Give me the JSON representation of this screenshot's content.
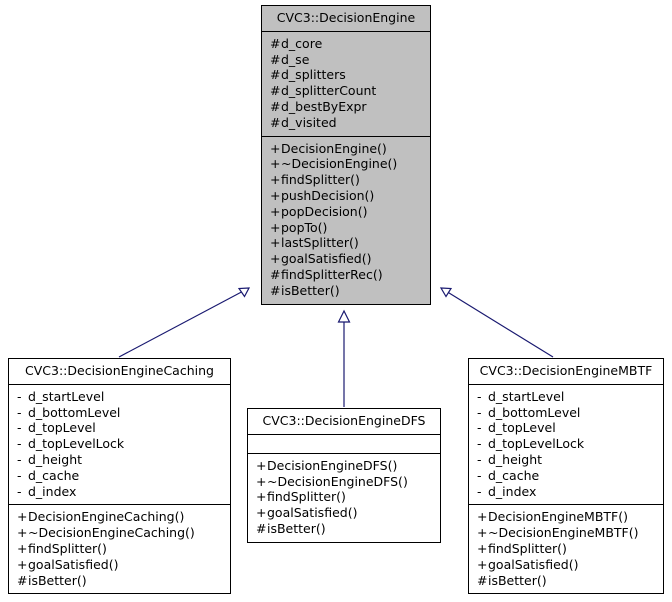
{
  "diagram": {
    "kind": "uml-class-inheritance-diagram",
    "colors": {
      "base_class_fill": "#c0c0c0",
      "derived_class_fill": "#ffffff",
      "border": "#000000",
      "edge": "#191970",
      "background": "#ffffff"
    },
    "classes": [
      {
        "id": "base",
        "name": "CVC3::DecisionEngine",
        "attributes": [
          {
            "visibility": "#",
            "name": "d_core"
          },
          {
            "visibility": "#",
            "name": "d_se"
          },
          {
            "visibility": "#",
            "name": "d_splitters"
          },
          {
            "visibility": "#",
            "name": "d_splitterCount"
          },
          {
            "visibility": "#",
            "name": "d_bestByExpr"
          },
          {
            "visibility": "#",
            "name": "d_visited"
          }
        ],
        "operations": [
          {
            "visibility": "+",
            "name": "DecisionEngine()"
          },
          {
            "visibility": "+",
            "name": "~DecisionEngine()"
          },
          {
            "visibility": "+",
            "name": "findSplitter()"
          },
          {
            "visibility": "+",
            "name": "pushDecision()"
          },
          {
            "visibility": "+",
            "name": "popDecision()"
          },
          {
            "visibility": "+",
            "name": "popTo()"
          },
          {
            "visibility": "+",
            "name": "lastSplitter()"
          },
          {
            "visibility": "+",
            "name": "goalSatisfied()"
          },
          {
            "visibility": "#",
            "name": "findSplitterRec()"
          },
          {
            "visibility": "#",
            "name": "isBetter()"
          }
        ]
      },
      {
        "id": "caching",
        "name": "CVC3::DecisionEngineCaching",
        "attributes": [
          {
            "visibility": "-",
            "name": "d_startLevel"
          },
          {
            "visibility": "-",
            "name": "d_bottomLevel"
          },
          {
            "visibility": "-",
            "name": "d_topLevel"
          },
          {
            "visibility": "-",
            "name": "d_topLevelLock"
          },
          {
            "visibility": "-",
            "name": "d_height"
          },
          {
            "visibility": "-",
            "name": "d_cache"
          },
          {
            "visibility": "-",
            "name": "d_index"
          }
        ],
        "operations": [
          {
            "visibility": "+",
            "name": "DecisionEngineCaching()"
          },
          {
            "visibility": "+",
            "name": "~DecisionEngineCaching()"
          },
          {
            "visibility": "+",
            "name": "findSplitter()"
          },
          {
            "visibility": "+",
            "name": "goalSatisfied()"
          },
          {
            "visibility": "#",
            "name": "isBetter()"
          }
        ]
      },
      {
        "id": "dfs",
        "name": "CVC3::DecisionEngineDFS",
        "attributes": [],
        "operations": [
          {
            "visibility": "+",
            "name": "DecisionEngineDFS()"
          },
          {
            "visibility": "+",
            "name": "~DecisionEngineDFS()"
          },
          {
            "visibility": "+",
            "name": "findSplitter()"
          },
          {
            "visibility": "+",
            "name": "goalSatisfied()"
          },
          {
            "visibility": "#",
            "name": "isBetter()"
          }
        ]
      },
      {
        "id": "mbtf",
        "name": "CVC3::DecisionEngineMBTF",
        "attributes": [
          {
            "visibility": "-",
            "name": "d_startLevel"
          },
          {
            "visibility": "-",
            "name": "d_bottomLevel"
          },
          {
            "visibility": "-",
            "name": "d_topLevel"
          },
          {
            "visibility": "-",
            "name": "d_topLevelLock"
          },
          {
            "visibility": "-",
            "name": "d_height"
          },
          {
            "visibility": "-",
            "name": "d_cache"
          },
          {
            "visibility": "-",
            "name": "d_index"
          }
        ],
        "operations": [
          {
            "visibility": "+",
            "name": "DecisionEngineMBTF()"
          },
          {
            "visibility": "+",
            "name": "~DecisionEngineMBTF()"
          },
          {
            "visibility": "+",
            "name": "findSplitter()"
          },
          {
            "visibility": "+",
            "name": "goalSatisfied()"
          },
          {
            "visibility": "#",
            "name": "isBetter()"
          }
        ]
      }
    ],
    "edges": [
      {
        "from": "caching",
        "to": "base",
        "type": "generalization"
      },
      {
        "from": "dfs",
        "to": "base",
        "type": "generalization"
      },
      {
        "from": "mbtf",
        "to": "base",
        "type": "generalization"
      }
    ]
  }
}
